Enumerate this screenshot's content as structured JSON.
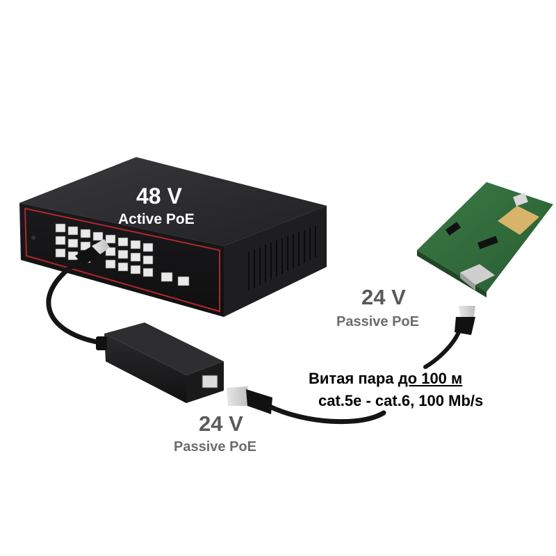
{
  "switch_label": {
    "voltage": "48 V",
    "type": "Active PoE"
  },
  "board_label": {
    "voltage": "24 V",
    "type": "Passive PoE"
  },
  "splitter_label": {
    "voltage": "24 V",
    "type": "Passive PoE"
  },
  "cable_info": {
    "line1_prefix": "Витая пара ",
    "line1_underlined": "до 100 м",
    "line2": "cat.5e - cat.6, 100 Mb/s"
  },
  "colors": {
    "device_body": "#1d1d1f",
    "device_accent": "#b3262c",
    "pcb": "#2f6b3a",
    "label_gray": "#5a5a5a"
  }
}
